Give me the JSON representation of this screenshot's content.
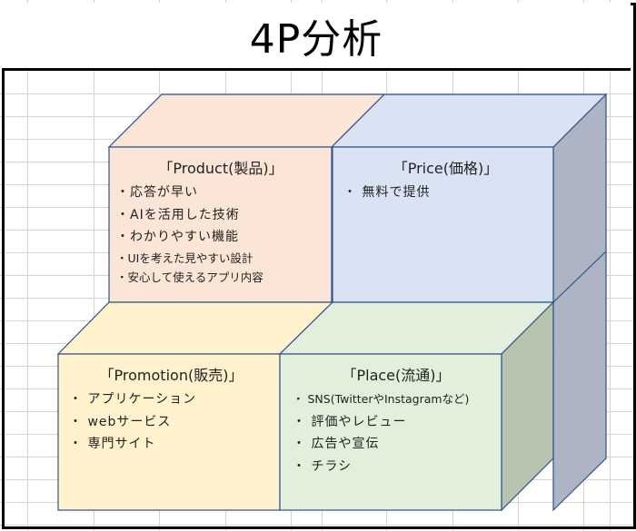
{
  "title": "4P分析",
  "colors": {
    "product_front": "#fbe5d6",
    "price_front": "#dae3f3",
    "promotion_front": "#fff2cc",
    "place_front": "#e2efda",
    "place_side": "#b7c3ad",
    "price_side": "#adb5c5",
    "edge": "#2f528f",
    "border": "#000000",
    "grid": "#d4d4d4"
  },
  "quadrants": {
    "product": {
      "heading": "「Product(製品)」",
      "items": [
        "・応答が早い",
        "・AIを活用した技術",
        "・わかりやすい機能",
        "・UIを考えた見やすい設計",
        "・安心して使えるアプリ内容"
      ]
    },
    "price": {
      "heading": "「Price(価格)」",
      "items": [
        "・ 無料で提供"
      ]
    },
    "promotion": {
      "heading": "「Promotion(販売)」",
      "items": [
        "・ アプリケーション",
        "・ webサービス",
        "・ 専門サイト"
      ]
    },
    "place": {
      "heading": "「Place(流通)」",
      "items": [
        "・ SNS(TwitterやInstagramなど)",
        "・ 評価やレビュー",
        "・ 広告や宣伝",
        "・ チラシ"
      ]
    }
  }
}
